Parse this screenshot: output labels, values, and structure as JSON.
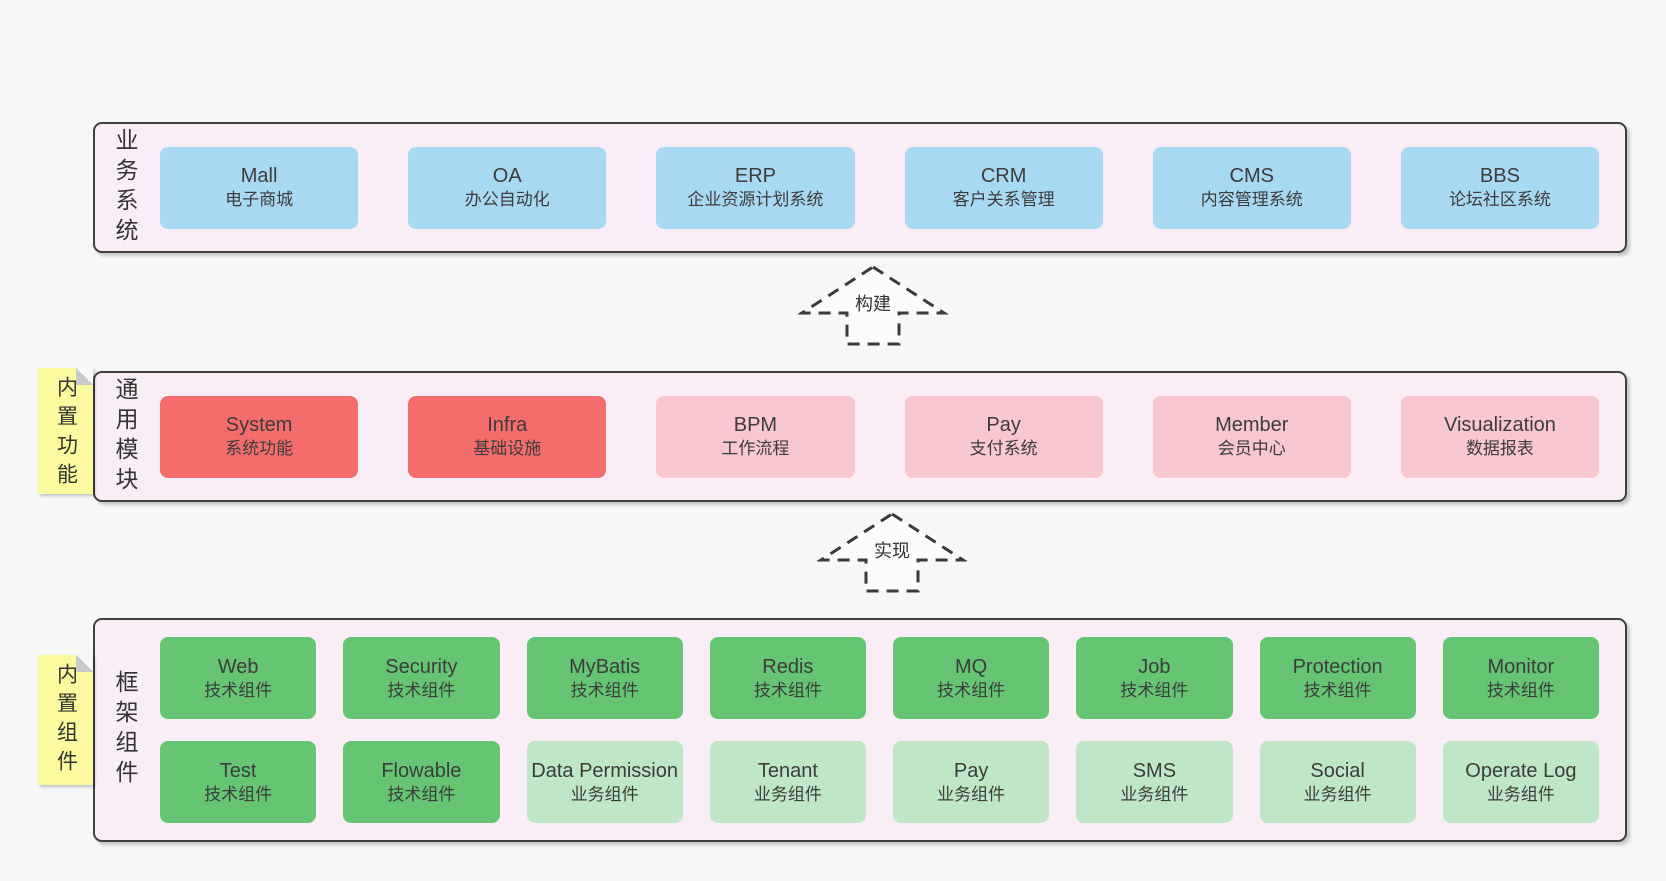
{
  "arrows": [
    {
      "label": "构建"
    },
    {
      "label": "实现"
    }
  ],
  "sections": [
    {
      "id": "business-systems",
      "label": "业务系统",
      "sticky": null,
      "rows": [
        [
          {
            "en": "Mall",
            "zh": "电子商城",
            "variant": "blue"
          },
          {
            "en": "OA",
            "zh": "办公自动化",
            "variant": "blue"
          },
          {
            "en": "ERP",
            "zh": "企业资源计划系统",
            "variant": "blue"
          },
          {
            "en": "CRM",
            "zh": "客户关系管理",
            "variant": "blue"
          },
          {
            "en": "CMS",
            "zh": "内容管理系统",
            "variant": "blue"
          },
          {
            "en": "BBS",
            "zh": "论坛社区系统",
            "variant": "blue"
          }
        ]
      ]
    },
    {
      "id": "common-modules",
      "label": "通用模块",
      "sticky": "内置功能",
      "rows": [
        [
          {
            "en": "System",
            "zh": "系统功能",
            "variant": "red"
          },
          {
            "en": "Infra",
            "zh": "基础设施",
            "variant": "red"
          },
          {
            "en": "BPM",
            "zh": "工作流程",
            "variant": "pink"
          },
          {
            "en": "Pay",
            "zh": "支付系统",
            "variant": "pink"
          },
          {
            "en": "Member",
            "zh": "会员中心",
            "variant": "pink"
          },
          {
            "en": "Visualization",
            "zh": "数据报表",
            "variant": "pink"
          }
        ]
      ]
    },
    {
      "id": "framework-components",
      "label": "框架组件",
      "sticky": "内置组件",
      "rows": [
        [
          {
            "en": "Web",
            "zh": "技术组件",
            "variant": "green"
          },
          {
            "en": "Security",
            "zh": "技术组件",
            "variant": "green"
          },
          {
            "en": "MyBatis",
            "zh": "技术组件",
            "variant": "green"
          },
          {
            "en": "Redis",
            "zh": "技术组件",
            "variant": "green"
          },
          {
            "en": "MQ",
            "zh": "技术组件",
            "variant": "green"
          },
          {
            "en": "Job",
            "zh": "技术组件",
            "variant": "green"
          },
          {
            "en": "Protection",
            "zh": "技术组件",
            "variant": "green"
          },
          {
            "en": "Monitor",
            "zh": "技术组件",
            "variant": "green"
          }
        ],
        [
          {
            "en": "Test",
            "zh": "技术组件",
            "variant": "green"
          },
          {
            "en": "Flowable",
            "zh": "技术组件",
            "variant": "green"
          },
          {
            "en": "Data Permission",
            "zh": "业务组件",
            "variant": "green-light"
          },
          {
            "en": "Tenant",
            "zh": "业务组件",
            "variant": "green-light"
          },
          {
            "en": "Pay",
            "zh": "业务组件",
            "variant": "green-light"
          },
          {
            "en": "SMS",
            "zh": "业务组件",
            "variant": "green-light"
          },
          {
            "en": "Social",
            "zh": "业务组件",
            "variant": "green-light"
          },
          {
            "en": "Operate Log",
            "zh": "业务组件",
            "variant": "green-light"
          }
        ]
      ]
    }
  ],
  "colors": {
    "page_bg": "#f7f7f7",
    "panel_bg": "#f9edf6",
    "panel_border": "#404040",
    "blue": "#a8d9f2",
    "red": "#f56c6c",
    "pink": "#f9c7d0",
    "green": "#66c573",
    "green_light": "#bfe6c6",
    "sticky_yellow": "#fbfa9e",
    "fold_gray": "#c9c9c9"
  }
}
